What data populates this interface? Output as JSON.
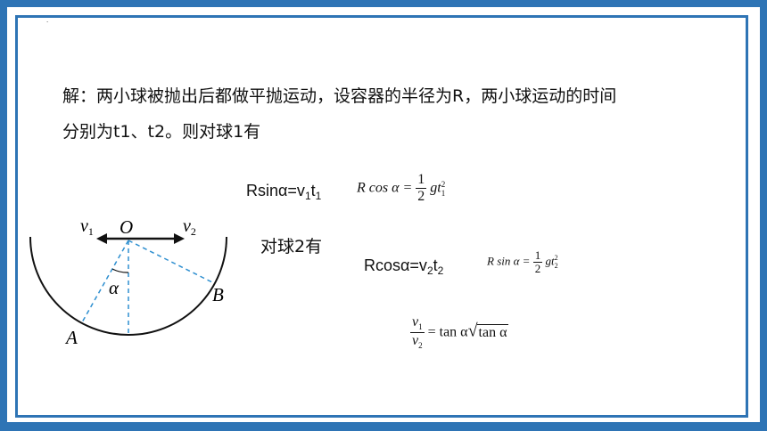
{
  "solution": {
    "line1": "解：两小球被抛出后都做平抛运动，设容器的半径为R，两小球运动的时间",
    "line2": "分别为t1、t2。则对球1有"
  },
  "ball1_eq": {
    "main": "Rsinα=v",
    "s1": "1",
    "mid": "t",
    "s2": "1"
  },
  "ball1_math": {
    "left": "R cos α = ",
    "num": "1",
    "den": "2",
    "rhs": "gt",
    "sup": "2",
    "sub": "1"
  },
  "ball2_label": "对球2有",
  "ball2_eq": {
    "main": "Rcosα=v",
    "s1": "2",
    "mid": "t",
    "s2": "2"
  },
  "ball2_math": {
    "left": "R sin α = ",
    "num": "1",
    "den": "2",
    "rhs": "gt",
    "sup": "2",
    "sub": "2"
  },
  "ratio": {
    "num": "v",
    "num_sub": "1",
    "den": "v",
    "den_sub": "2",
    "rhs": "= tan α",
    "sqrt_arg": "tan α"
  },
  "diagram": {
    "v1": "v",
    "v1_sub": "1",
    "v2": "v",
    "v2_sub": "2",
    "O": "O",
    "alpha": "α",
    "A": "A",
    "B": "B"
  },
  "colors": {
    "frame": "#2e74b5",
    "dashed": "#2e8fd0"
  }
}
